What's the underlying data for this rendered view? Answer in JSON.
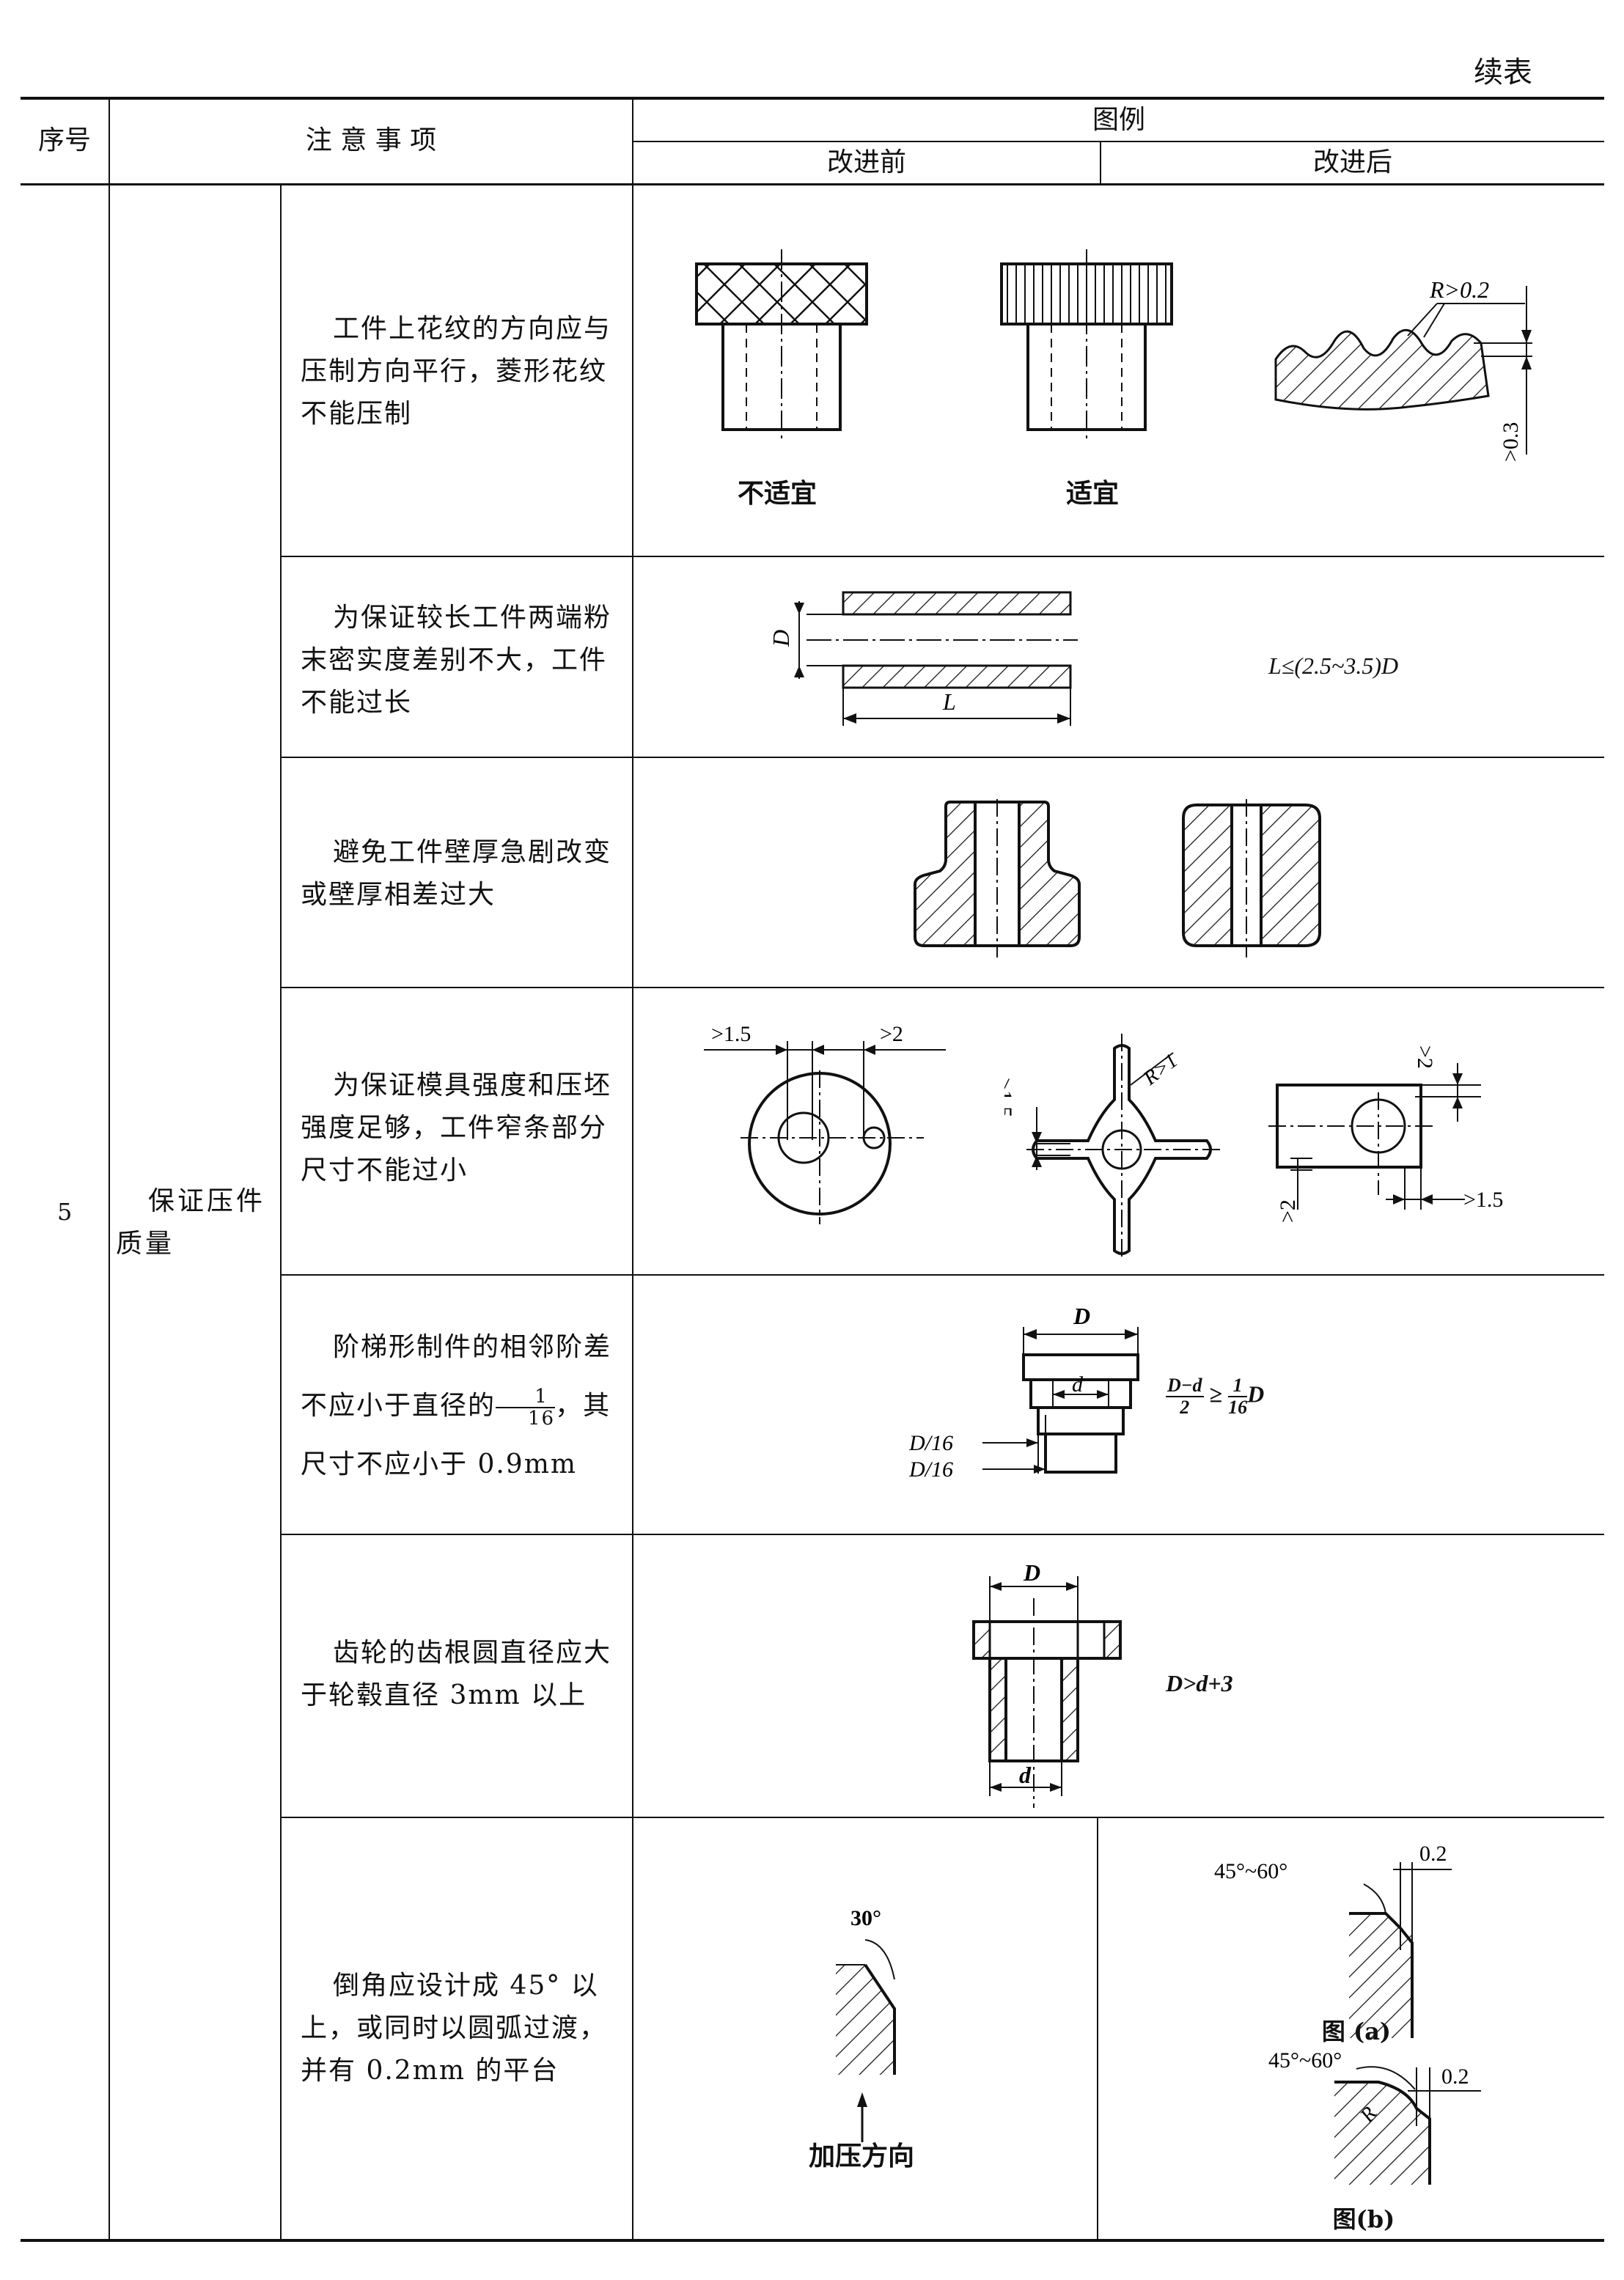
{
  "continued_label": "续表",
  "header": {
    "col_no": "序号",
    "col_notes": "注 意 事 项",
    "col_figure": "图例",
    "col_before": "改进前",
    "col_after": "改进后"
  },
  "row_group": {
    "number": "5",
    "category": "保证压件质量"
  },
  "rows": [
    {
      "note": "工件上花纹的方向应与压制方向平行，菱形花纹不能压制",
      "captions": [
        "不适宜",
        "适宜"
      ],
      "labels": [
        "R>0.2",
        ">0.3"
      ]
    },
    {
      "note": "为保证较长工件两端粉末密实度差别不大，工件不能过长",
      "labels": [
        "D",
        "L"
      ],
      "formula": "L≤(2.5~3.5)D"
    },
    {
      "note": "避免工件壁厚急剧改变或壁厚相差过大"
    },
    {
      "note": "为保证模具强度和压坯强度足够，工件窄条部分尺寸不能过小",
      "labels": [
        ">1.5",
        ">2",
        ">1.5",
        "R>1",
        ">2",
        ">2",
        ">1.5"
      ]
    },
    {
      "note_parts": [
        "阶梯形制件的相邻阶差不应小于直径的",
        "1",
        "16",
        "，其尺寸不应小于 0.9mm"
      ],
      "labels": [
        "D",
        "d",
        "D/16",
        "D/16"
      ],
      "formula_parts": [
        "D−d",
        "2",
        "≥",
        "1",
        "16",
        "D"
      ]
    },
    {
      "note": "齿轮的齿根圆直径应大于轮毂直径 3mm 以上",
      "labels": [
        "D",
        "d"
      ],
      "formula": "D>d+3"
    },
    {
      "note": "倒角应设计成 45° 以上，或同时以圆弧过渡，并有 0.2mm 的平台",
      "before_labels": [
        "30°",
        "加压方向"
      ],
      "after_labels": [
        "45°~60°",
        "0.2",
        "图 (a)",
        "45°~60°",
        "R",
        "0.2",
        "图(b)"
      ]
    }
  ]
}
